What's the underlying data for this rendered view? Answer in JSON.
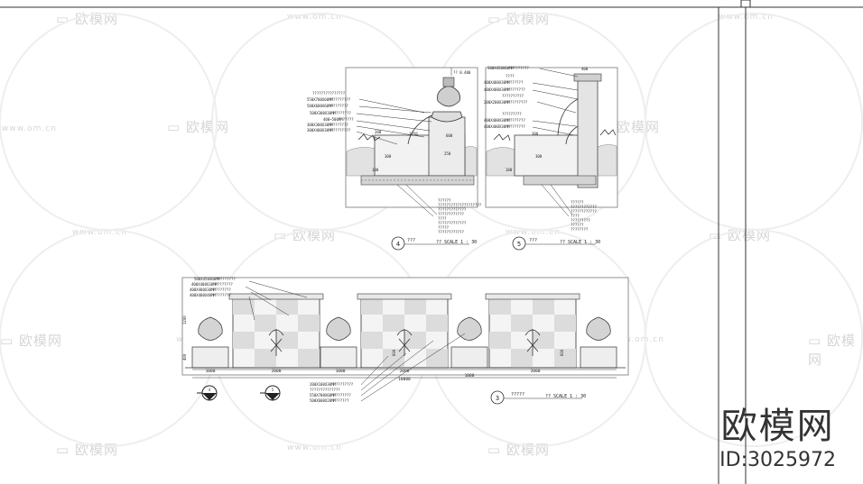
{
  "watermark": {
    "logo_text": "欧模网",
    "url_text": "www.om.cn"
  },
  "brand": {
    "name": "欧模网",
    "id": "ID:3025972"
  },
  "drawing_4": {
    "number": "4",
    "title": "???",
    "scale": "?? SCALE 1 : 30",
    "top_callout": "?? 0.400",
    "callouts_left": [
      "???????????????",
      "550X700X60MM????????",
      "500X600X60MM???????",
      "500X300X30MM???????",
      "400~500MM?????",
      "300X300X30MM???????",
      "300X400X30MM????????"
    ],
    "callouts_bottom": [
      "??????",
      "????????????????????",
      "?????????????",
      "????????????",
      "????",
      "?????????????",
      "?????",
      "????????????"
    ],
    "dims": [
      "200",
      "1050",
      "600",
      "300",
      "250",
      "100"
    ]
  },
  "drawing_5": {
    "number": "5",
    "title": "???",
    "scale": "?? SCALE 1 : 30",
    "callouts_left": [
      "500X450X60MM???????",
      "????",
      "400X400X30MM??????",
      "400X400X30MM???????",
      "??????????",
      "200X200X30MM????????",
      "?????????",
      "400X400X30MM???????",
      "400X400X30MM???????"
    ],
    "callouts_bottom": [
      "??????",
      "????????????",
      "????????????",
      "????",
      "?????????",
      "??????",
      "????????"
    ],
    "dims": [
      "400",
      "300",
      "300",
      "100"
    ]
  },
  "drawing_3": {
    "number": "3",
    "title": "?????",
    "scale": "?? SCALE 1 : 30",
    "callouts_top": [
      "500X450X60MM???????",
      "400X400X30MM???????",
      "400X400X30MM???????",
      "400X400X40MM???????"
    ],
    "callouts_bottom": [
      "200X100X30MM????????",
      "??????????????",
      "550X700X60MM???????",
      "500X600X20MM??????"
    ],
    "dims": [
      "1000",
      "2000",
      "1000",
      "2000",
      "1000",
      "2000",
      "10000"
    ],
    "vdims": [
      "1200",
      "400",
      "600",
      "600"
    ],
    "section_markers": [
      "4",
      "5"
    ]
  }
}
